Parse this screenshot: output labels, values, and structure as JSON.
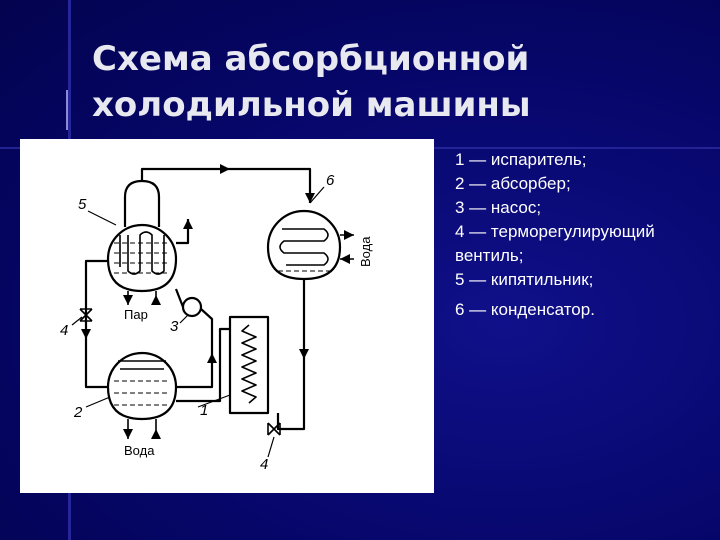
{
  "slide": {
    "title_line1": "Схема абсорбционной",
    "title_line2": "холодильной машины"
  },
  "figure": {
    "callouts": {
      "n1": "1",
      "n2": "2",
      "n3": "3",
      "n4a": "4",
      "n4b": "4",
      "n5": "5",
      "n6": "6"
    },
    "labels": {
      "steam": "Пар",
      "water_bottom": "Вода",
      "water_right": "Вода"
    }
  },
  "legend": {
    "items": [
      "1 — испаритель;",
      "2 — абсорбер;",
      "3 — насос;",
      "4 — терморегулирующий",
      "вентиль;",
      "5 — кипятильник;",
      "6 — конденсатор."
    ]
  },
  "colors": {
    "background": "#06066a",
    "title": "#e8e8f0",
    "legend_text": "#ffffff",
    "figure_bg": "#ffffff",
    "ink": "#000000"
  }
}
